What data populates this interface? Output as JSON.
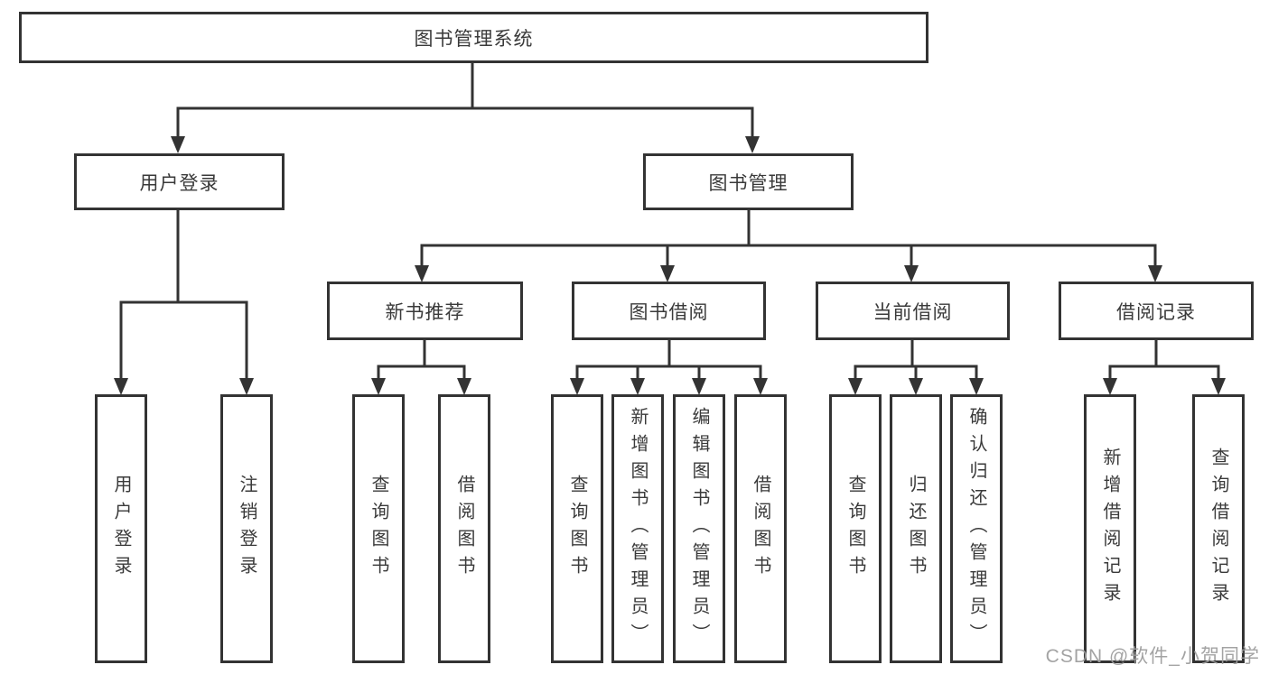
{
  "diagram": {
    "type": "function-structure-tree",
    "colors": {
      "line": "#333333",
      "box_border": "#333333",
      "box_fill": "#ffffff",
      "text": "#3a3a3a",
      "watermark_text": "#9e9e9e",
      "background": "#ffffff"
    },
    "watermark": "CSDN @软件_小贺同学",
    "tree": {
      "label": "图书管理系统",
      "children": [
        {
          "label": "用户登录",
          "children": [
            {
              "label": "用户登录"
            },
            {
              "label": "注销登录"
            }
          ]
        },
        {
          "label": "图书管理",
          "children": [
            {
              "label": "新书推荐",
              "children": [
                {
                  "label": "查询图书"
                },
                {
                  "label": "借阅图书"
                }
              ]
            },
            {
              "label": "图书借阅",
              "children": [
                {
                  "label": "查询图书"
                },
                {
                  "label": "新增图书（管理员）"
                },
                {
                  "label": "编辑图书（管理员）"
                },
                {
                  "label": "借阅图书"
                }
              ]
            },
            {
              "label": "当前借阅",
              "children": [
                {
                  "label": "查询图书"
                },
                {
                  "label": "归还图书"
                },
                {
                  "label": "确认归还（管理员）"
                }
              ]
            },
            {
              "label": "借阅记录",
              "children": [
                {
                  "label": "新增借阅记录"
                },
                {
                  "label": "查询借阅记录"
                }
              ]
            }
          ]
        }
      ]
    }
  }
}
